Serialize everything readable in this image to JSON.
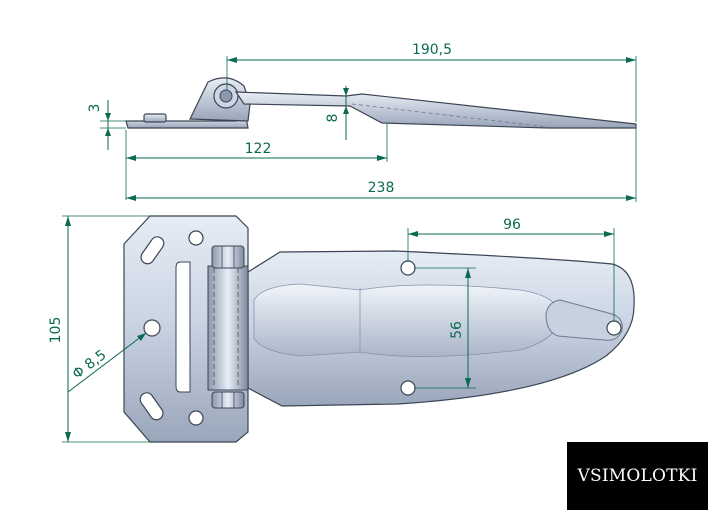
{
  "diagram": {
    "colors": {
      "dimension": "#0b6a52",
      "metal_light": "#dfe6f2",
      "metal_mid": "#b4c0d4",
      "metal_dark": "#7c889c",
      "outline": "#3c4656"
    },
    "dimensions": {
      "side_length": "190,5",
      "side_height_left": "3",
      "side_height_right": "8",
      "side_offset": "122",
      "overall_length": "238",
      "hole_spacing_x": "96",
      "hole_spacing_y": "56",
      "total_height": "105",
      "hole_diameter": "Φ 8,5"
    }
  },
  "watermark": {
    "text": "VSIMOLOTKI"
  }
}
